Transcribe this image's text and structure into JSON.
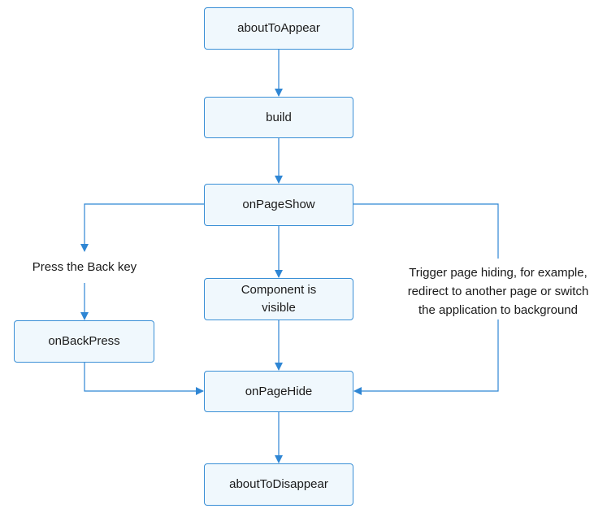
{
  "nodes": {
    "about_to_appear": "aboutToAppear",
    "build": "build",
    "on_page_show": "onPageShow",
    "component_visible_line1": "Component is",
    "component_visible_line2": "visible",
    "on_back_press": "onBackPress",
    "on_page_hide": "onPageHide",
    "about_to_disappear": "aboutToDisappear"
  },
  "labels": {
    "press_back_key": "Press the Back key",
    "trigger_hiding_line1": "Trigger page hiding, for example,",
    "trigger_hiding_line2": "redirect to another page or switch",
    "trigger_hiding_line3": "the application to background"
  },
  "colors": {
    "node_fill": "#f0f8fd",
    "node_border": "#3a8fd6",
    "arrow": "#2f86d4",
    "text": "#1a1a1a"
  }
}
